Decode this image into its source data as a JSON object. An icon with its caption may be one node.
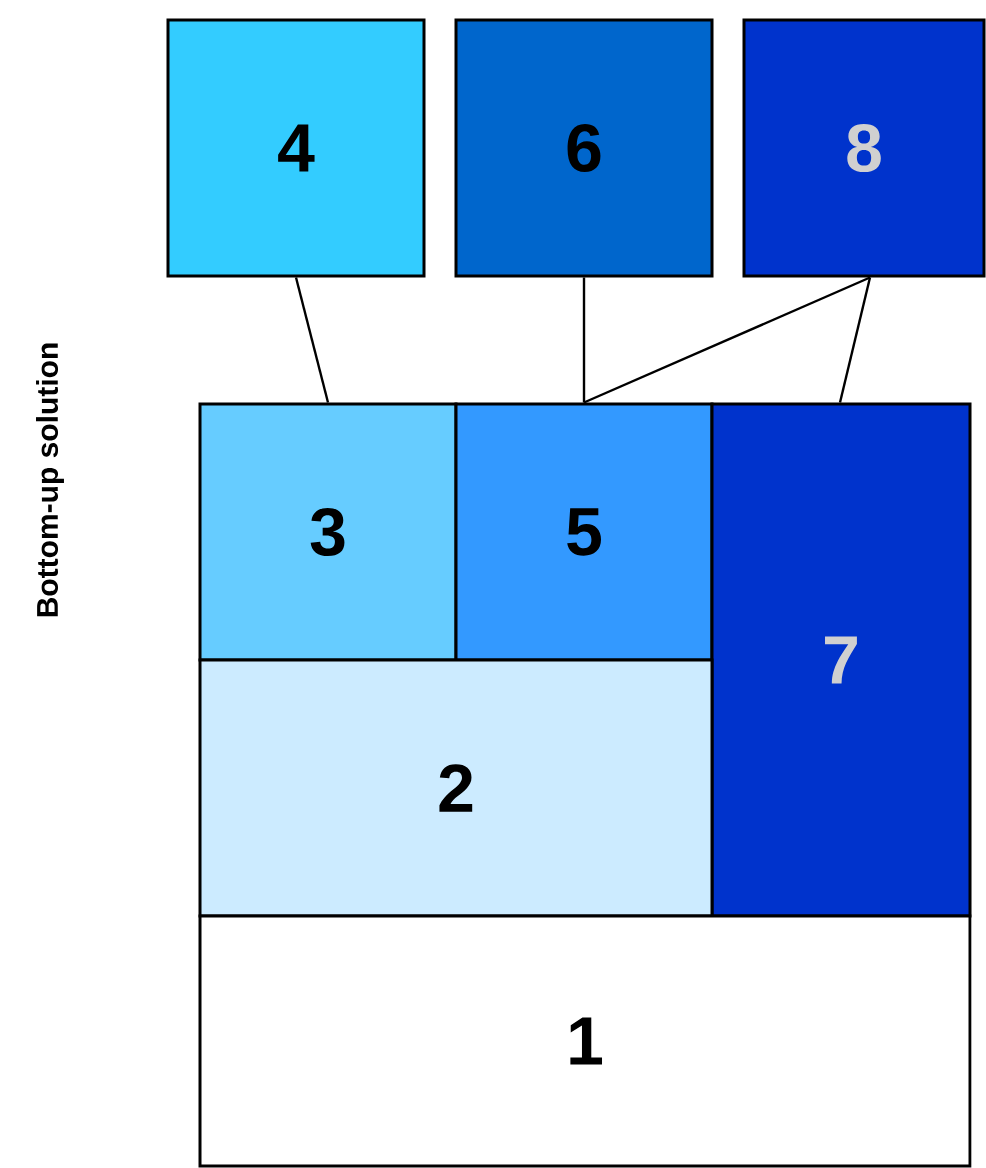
{
  "diagram": {
    "nodes": [
      {
        "text": [
          "4"
        ]
      },
      {
        "text": [
          "6"
        ]
      },
      {
        "text": [
          "8"
        ]
      },
      {
        "text": [
          "3"
        ]
      },
      {
        "text": [
          "5"
        ]
      },
      {
        "text": [
          "7"
        ]
      },
      {
        "text": [
          "2"
        ]
      },
      {
        "text": [
          "1"
        ]
      }
    ],
    "edges": [
      {
        "from": 0,
        "to": 3,
        "arrow": "none"
      },
      {
        "from": 1,
        "to": 4,
        "arrow": "none"
      },
      {
        "from": 2,
        "to": 4,
        "arrow": "none"
      },
      {
        "from": 2,
        "to": 5,
        "arrow": "none"
      }
    ],
    "labels": [
      "Bottom-up solution"
    ]
  }
}
